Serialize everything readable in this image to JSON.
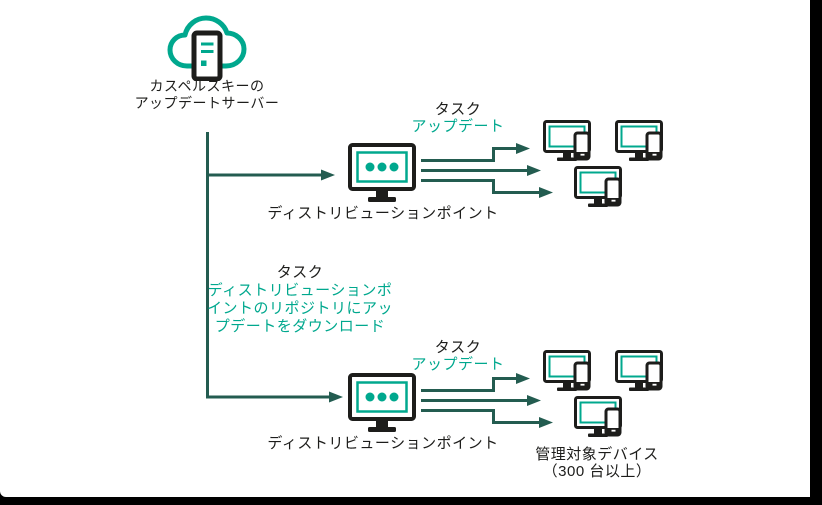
{
  "colors": {
    "teal": "#00A88E",
    "arrow_dark_teal": "#235C50",
    "icon_ink": "#1D1D1B",
    "background": "#FFFFFF",
    "frame": "#000000"
  },
  "icons": {
    "update_server": "cloud-server-icon",
    "distribution_point": "monitor-ellipsis-icon",
    "managed_device": "desktop-with-phone-icon"
  },
  "update_server": {
    "label_line1": "カスペルスキーの",
    "label_line2": "アップデートサーバー"
  },
  "task_download": {
    "title": "タスク",
    "line1": "ディストリビューションポ",
    "line2": "イントのリポジトリにアッ",
    "line3": "プデートをダウンロード"
  },
  "task_update_top": {
    "title": "タスク",
    "subtitle": "アップデート"
  },
  "task_update_bottom": {
    "title": "タスク",
    "subtitle": "アップデート"
  },
  "distribution_point_top": {
    "label": "ディストリビューションポイント"
  },
  "distribution_point_bottom": {
    "label": "ディストリビューションポイント"
  },
  "managed_devices": {
    "label_line1": "管理対象デバイス",
    "label_line2": "（300 台以上）"
  }
}
